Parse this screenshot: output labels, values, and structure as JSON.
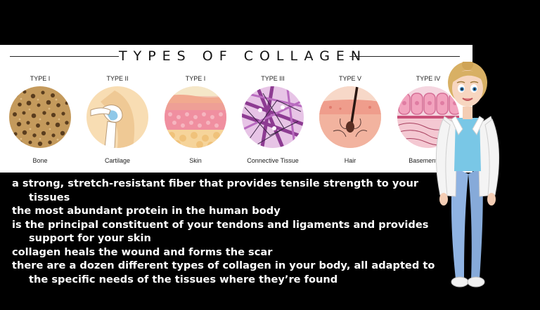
{
  "banner": {
    "title": "TYPES OF COLLAGEN",
    "items": [
      {
        "type": "TYPE I",
        "tissue": "Bone",
        "icon": "bone-texture-icon"
      },
      {
        "type": "TYPE II",
        "tissue": "Cartilage",
        "icon": "shoulder-joint-icon"
      },
      {
        "type": "TYPE I",
        "tissue": "Skin",
        "icon": "skin-layers-icon"
      },
      {
        "type": "TYPE III",
        "tissue": "Connective Tissue",
        "icon": "fiber-network-icon"
      },
      {
        "type": "TYPE V",
        "tissue": "Hair",
        "icon": "hair-follicle-icon"
      },
      {
        "type": "TYPE IV",
        "tissue": "Basement Me",
        "icon": "cell-membrane-icon"
      }
    ]
  },
  "facts": [
    "a strong, stretch-resistant fiber that provides tensile strength to your tissues",
    "the most abundant protein in the human body",
    "is the principal constituent of your tendons and ligaments and provides support for your skin",
    "collagen heals the wound and forms the scar",
    "there are a dozen different types of collagen in your body, all adapted to the specific needs of the tissues where they’re found"
  ],
  "colors": {
    "background": "#000000",
    "banner": "#ffffff",
    "text": "#ffffff",
    "coat": "#f4f4f4",
    "shirt": "#79c7e6",
    "pants": "#8fb3e2",
    "hair": "#d8b064"
  }
}
